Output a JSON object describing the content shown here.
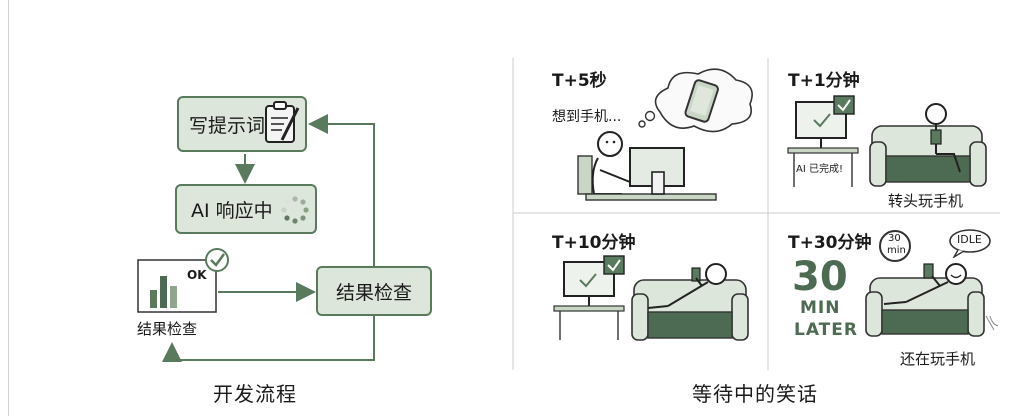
{
  "left": {
    "caption": "开发流程",
    "step_write": "写提示词",
    "step_ai": "AI 响应中",
    "step_check": "结果检查",
    "chart_label": "结果检查",
    "chart_ok": "OK"
  },
  "right": {
    "caption": "等待中的笑话",
    "panels": [
      {
        "title": "T+5秒",
        "thought": "想到手机..."
      },
      {
        "title": "T+1分钟",
        "monitor_note": "AI 已完成!",
        "caption": "转头玩手机"
      },
      {
        "title": "T+10分钟"
      },
      {
        "title": "T+30分钟",
        "clock_value": "30",
        "clock_unit": "min",
        "big_num": "30",
        "big_min": "MIN",
        "big_later": "LATER",
        "bubble": "IDLE",
        "caption": "还在玩手机"
      }
    ]
  },
  "colors": {
    "accent": "#5a7a5e",
    "fill": "#dde6da",
    "dark_green": "#4d6b52"
  }
}
